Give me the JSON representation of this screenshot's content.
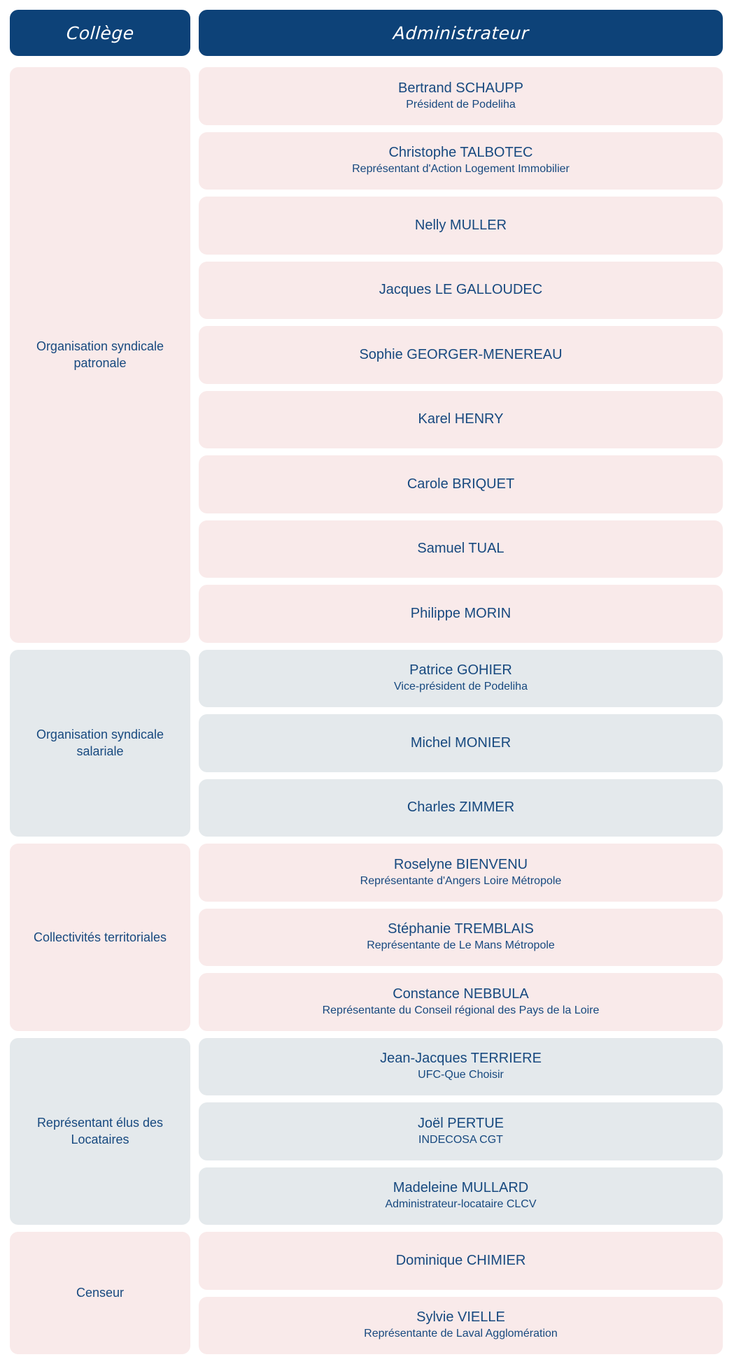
{
  "colors": {
    "header_bg": "#0d4278",
    "header_text": "#ffffff",
    "text_navy": "#17497f",
    "tone_pink": "#f9eaea",
    "tone_blue": "#e4e9ec",
    "page_bg": "#ffffff"
  },
  "header": {
    "college_label": "Collège",
    "administrateur_label": "Administrateur"
  },
  "groups": [
    {
      "college": "Organisation syndicale patronale",
      "tone": "pink",
      "administrateurs": [
        {
          "name": "Bertrand SCHAUPP",
          "role": "Président de Podeliha"
        },
        {
          "name": "Christophe TALBOTEC",
          "role": "Représentant d'Action Logement Immobilier"
        },
        {
          "name": "Nelly MULLER",
          "role": ""
        },
        {
          "name": "Jacques LE GALLOUDEC",
          "role": ""
        },
        {
          "name": "Sophie GEORGER-MENEREAU",
          "role": ""
        },
        {
          "name": "Karel HENRY",
          "role": ""
        },
        {
          "name": "Carole BRIQUET",
          "role": ""
        },
        {
          "name": "Samuel TUAL",
          "role": ""
        },
        {
          "name": "Philippe MORIN",
          "role": ""
        }
      ]
    },
    {
      "college": "Organisation syndicale salariale",
      "tone": "blue",
      "administrateurs": [
        {
          "name": "Patrice GOHIER",
          "role": "Vice-président de Podeliha"
        },
        {
          "name": "Michel MONIER",
          "role": ""
        },
        {
          "name": "Charles ZIMMER",
          "role": ""
        }
      ]
    },
    {
      "college": "Collectivités territoriales",
      "tone": "pink",
      "administrateurs": [
        {
          "name": "Roselyne BIENVENU",
          "role": "Représentante d'Angers Loire Métropole"
        },
        {
          "name": "Stéphanie TREMBLAIS",
          "role": "Représentante de Le Mans Métropole"
        },
        {
          "name": "Constance NEBBULA",
          "role": "Représentante du Conseil régional des Pays de la Loire"
        }
      ]
    },
    {
      "college": "Représentant élus des Locataires",
      "tone": "blue",
      "administrateurs": [
        {
          "name": "Jean-Jacques TERRIERE",
          "role": "UFC-Que Choisir"
        },
        {
          "name": "Joël PERTUE",
          "role": "INDECOSA CGT"
        },
        {
          "name": "Madeleine MULLARD",
          "role": "Administrateur-locataire CLCV"
        }
      ]
    },
    {
      "college": "Censeur",
      "tone": "pink",
      "administrateurs": [
        {
          "name": "Dominique CHIMIER",
          "role": ""
        },
        {
          "name": "Sylvie VIELLE",
          "role": "Représentante de Laval Agglomération"
        }
      ]
    }
  ]
}
